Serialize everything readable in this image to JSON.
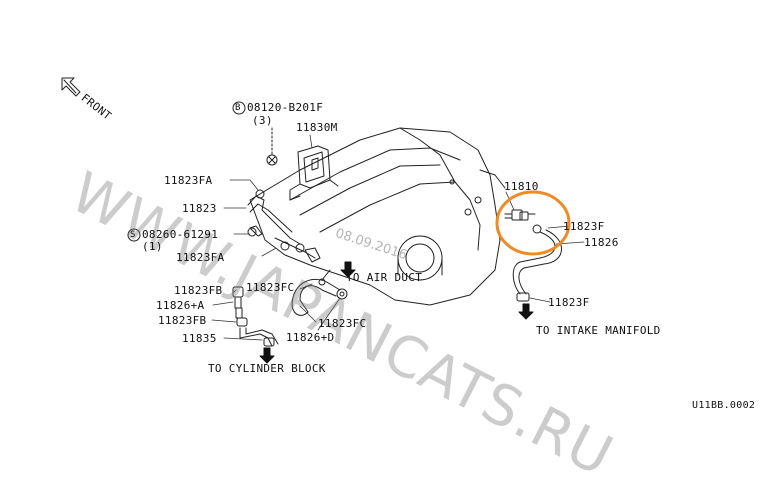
{
  "labels": {
    "front": "FRONT",
    "b_bolt": "08120-B201F",
    "b_bolt_symbol": "B",
    "b_bolt_qty": "(3)",
    "p11830M": "11830M",
    "p11823FA_top": "11823FA",
    "p11823": "11823",
    "s_bolt": "08260-61291",
    "s_bolt_symbol": "S",
    "s_bolt_qty": "(1)",
    "p11823FA_bottom": "11823FA",
    "p11823FB_top": "11823FB",
    "p11823FC_top": "11823FC",
    "p11826A": "11826+A",
    "p11823FB_bottom": "11823FB",
    "p11835": "11835",
    "p11826D": "11826+D",
    "p11823FC_bottom": "11823FC",
    "to_air_duct": "TO AIR DUCT",
    "to_cylinder_block": "TO CYLINDER BLOCK",
    "p11810": "11810",
    "p11823F_top": "11823F",
    "p11826": "11826",
    "p11823F_bottom": "11823F",
    "to_intake_manifold": "TO INTAKE MANIFOLD",
    "diagram_code": "U11BB.0002"
  },
  "watermark": {
    "site": "WWW.JAPANCATS.RU",
    "date": "08.09.2016"
  },
  "highlight": {
    "color": "#f08a24",
    "target": "11810"
  }
}
